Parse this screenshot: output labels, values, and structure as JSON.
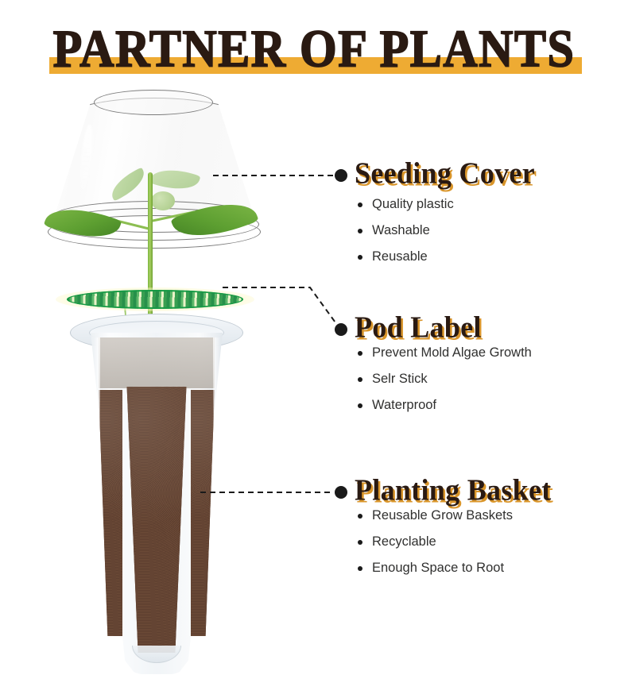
{
  "header": {
    "title": "PARTNER OF PLANTS",
    "accent_bar_color": "#eeab33",
    "title_color": "#2a1a12"
  },
  "illustration": {
    "dome_label": "transparent seeding dome cover",
    "plant_label": "green seedling with leaves",
    "pod_disc_label": "green pod label disc",
    "basket_label": "translucent tapered planting basket with soil"
  },
  "sections": [
    {
      "id": "seeding-cover",
      "heading": "Seeding Cover",
      "bullets": [
        "Quality plastic",
        "Washable",
        "Reusable"
      ]
    },
    {
      "id": "pod-label",
      "heading": "Pod Label",
      "bullets": [
        "Prevent Mold Algae Growth",
        "Selr Stick",
        "Waterproof"
      ]
    },
    {
      "id": "planting-basket",
      "heading": "Planting Basket",
      "bullets": [
        "Reusable Grow Baskets",
        "Recyclable",
        "Enough Space to Root"
      ]
    }
  ],
  "colors": {
    "accent_gold": "#eeab33",
    "heading_shadow_gold": "#d9952a",
    "heading_dark": "#2a1a12",
    "body_text": "#30302f",
    "leaf_green": "#5d9f31",
    "pod_green": "#169a45",
    "soil_brown": "#5b3d2e",
    "plastic_gray": "#7d7d7d"
  }
}
